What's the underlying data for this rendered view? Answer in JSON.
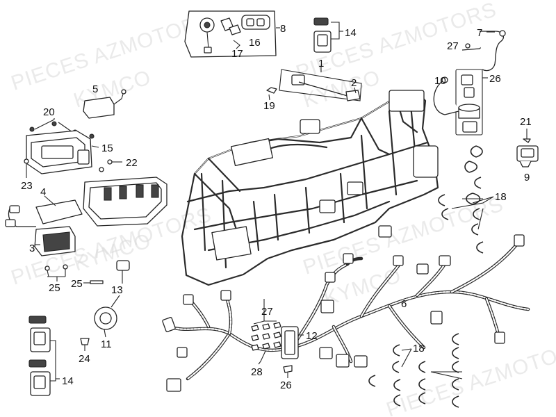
{
  "watermark": {
    "lines": [
      "PIECES AZMOTORS",
      "KYMCO",
      "PIECES AZMOTORS",
      "KYMCO",
      "PIECES AZMOTORS",
      "KYMCO"
    ]
  },
  "callouts": {
    "n1": "1",
    "n2": "2",
    "n3": "3",
    "n4": "4",
    "n5": "5",
    "n6": "6",
    "n7": "7",
    "n8": "8",
    "n9": "9",
    "n10": "10",
    "n11": "11",
    "n12": "12",
    "n13": "13",
    "n14a": "14",
    "n14b": "14",
    "n15": "15",
    "n16": "16",
    "n17": "17",
    "n18a": "18",
    "n18b": "18",
    "n19": "19",
    "n20": "20",
    "n21": "21",
    "n22": "22",
    "n23": "23",
    "n24": "24",
    "n25a": "25",
    "n25b": "25",
    "n26a": "26",
    "n26b": "26",
    "n27a": "27",
    "n27b": "27",
    "n28": "28"
  }
}
